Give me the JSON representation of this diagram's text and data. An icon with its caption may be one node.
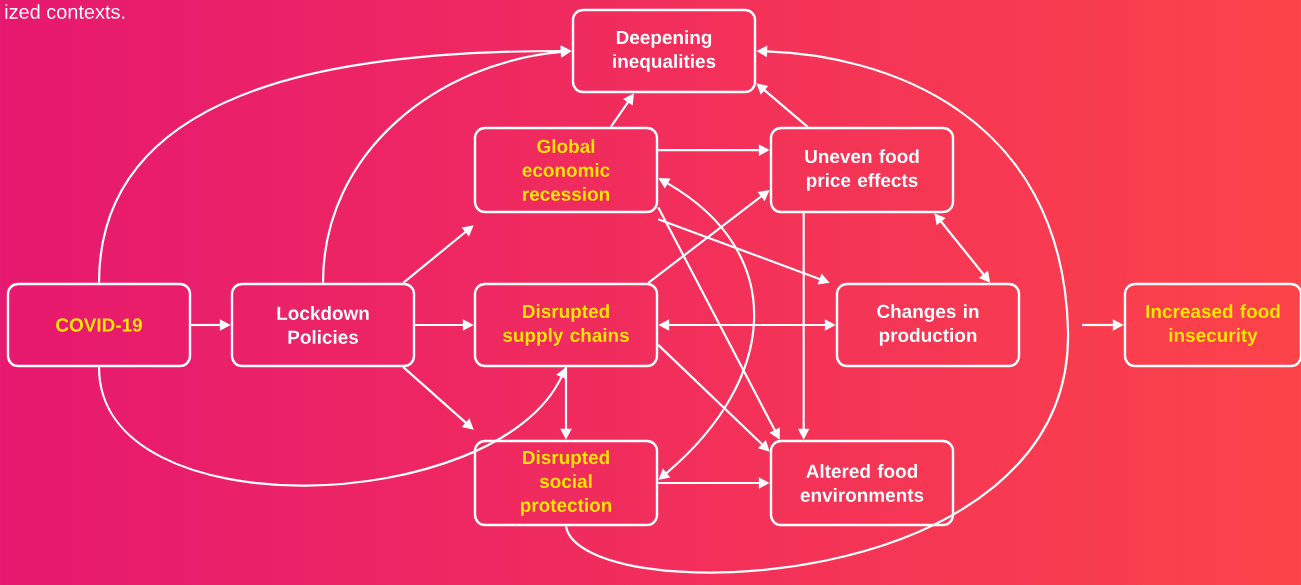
{
  "diagram": {
    "nodes": [
      {
        "text": [
          "COVID-19"
        ]
      },
      {
        "text": [
          "Lockdown Policies"
        ]
      },
      {
        "text": [
          "Deepening inequalities"
        ]
      },
      {
        "text": [
          "Global economic recession"
        ]
      },
      {
        "text": [
          "Uneven food price effects"
        ]
      },
      {
        "text": [
          "Disrupted supply chains"
        ]
      },
      {
        "text": [
          "Changes in production"
        ]
      },
      {
        "text": [
          "Increased food insecurity"
        ]
      },
      {
        "text": [
          "Disrupted social protection"
        ]
      },
      {
        "text": [
          "Altered food environments"
        ]
      }
    ],
    "edges": [
      {
        "from": 0,
        "to": 1,
        "arrow": "to"
      },
      {
        "from": 0,
        "to": 2,
        "arrow": "to"
      },
      {
        "from": 0,
        "to": 5,
        "arrow": "to"
      },
      {
        "from": 1,
        "to": 2,
        "arrow": "to"
      },
      {
        "from": 1,
        "to": 3,
        "arrow": "to"
      },
      {
        "from": 1,
        "to": 5,
        "arrow": "to"
      },
      {
        "from": 1,
        "to": 8,
        "arrow": "to"
      },
      {
        "from": 3,
        "to": 2,
        "arrow": "to"
      },
      {
        "from": 3,
        "to": 4,
        "arrow": "to"
      },
      {
        "from": 3,
        "to": 6,
        "arrow": "to"
      },
      {
        "from": 3,
        "to": 9,
        "arrow": "to"
      },
      {
        "from": 3,
        "to": 8,
        "arrow": "both"
      },
      {
        "from": 4,
        "to": 2,
        "arrow": "to"
      },
      {
        "from": 4,
        "to": 9,
        "arrow": "to"
      },
      {
        "from": 4,
        "to": 6,
        "arrow": "both"
      },
      {
        "from": 5,
        "to": 4,
        "arrow": "to"
      },
      {
        "from": 5,
        "to": 6,
        "arrow": "both"
      },
      {
        "from": 5,
        "to": 8,
        "arrow": "to"
      },
      {
        "from": 5,
        "to": 9,
        "arrow": "to"
      },
      {
        "from": 8,
        "to": 9,
        "arrow": "to"
      },
      {
        "from": 8,
        "to": 2,
        "arrow": "to"
      },
      {
        "from": null,
        "to": 7,
        "arrow": "to"
      }
    ],
    "labels": [
      "ized contexts."
    ]
  }
}
